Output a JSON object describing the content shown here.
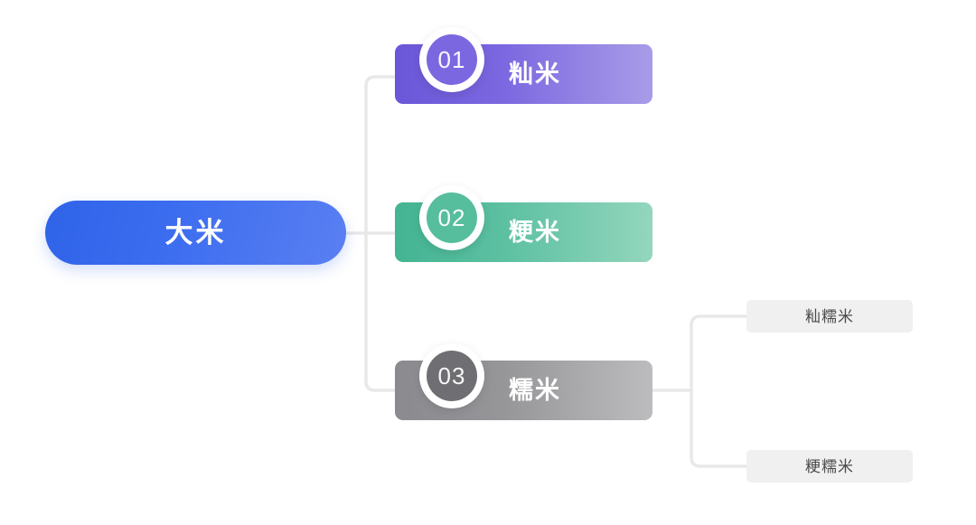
{
  "diagram": {
    "type": "tree-mindmap",
    "title": "大米",
    "orientation": "left-to-right",
    "connector_color": "#e8e8e8",
    "background": "#ffffff",
    "root": {
      "label": "大米",
      "color_start": "#2f63e8",
      "color_end": "#5a7ff2"
    },
    "branches": [
      {
        "number": "01",
        "label": "籼米",
        "color_start": "#6a57d8",
        "color_end": "#a89ce8",
        "badge_color": "#7b68e0",
        "children": []
      },
      {
        "number": "02",
        "label": "粳米",
        "color_start": "#43b492",
        "color_end": "#93d6bd",
        "badge_color": "#56bd9d",
        "children": []
      },
      {
        "number": "03",
        "label": "糯米",
        "color_start": "#8a8a8f",
        "color_end": "#bcbcbe",
        "badge_color": "#6e6e73",
        "children": [
          {
            "label": "籼糯米",
            "background": "#f0f0f0",
            "text_color": "#4a4a4a"
          },
          {
            "label": "粳糯米",
            "background": "#f0f0f0",
            "text_color": "#4a4a4a"
          }
        ]
      }
    ]
  }
}
